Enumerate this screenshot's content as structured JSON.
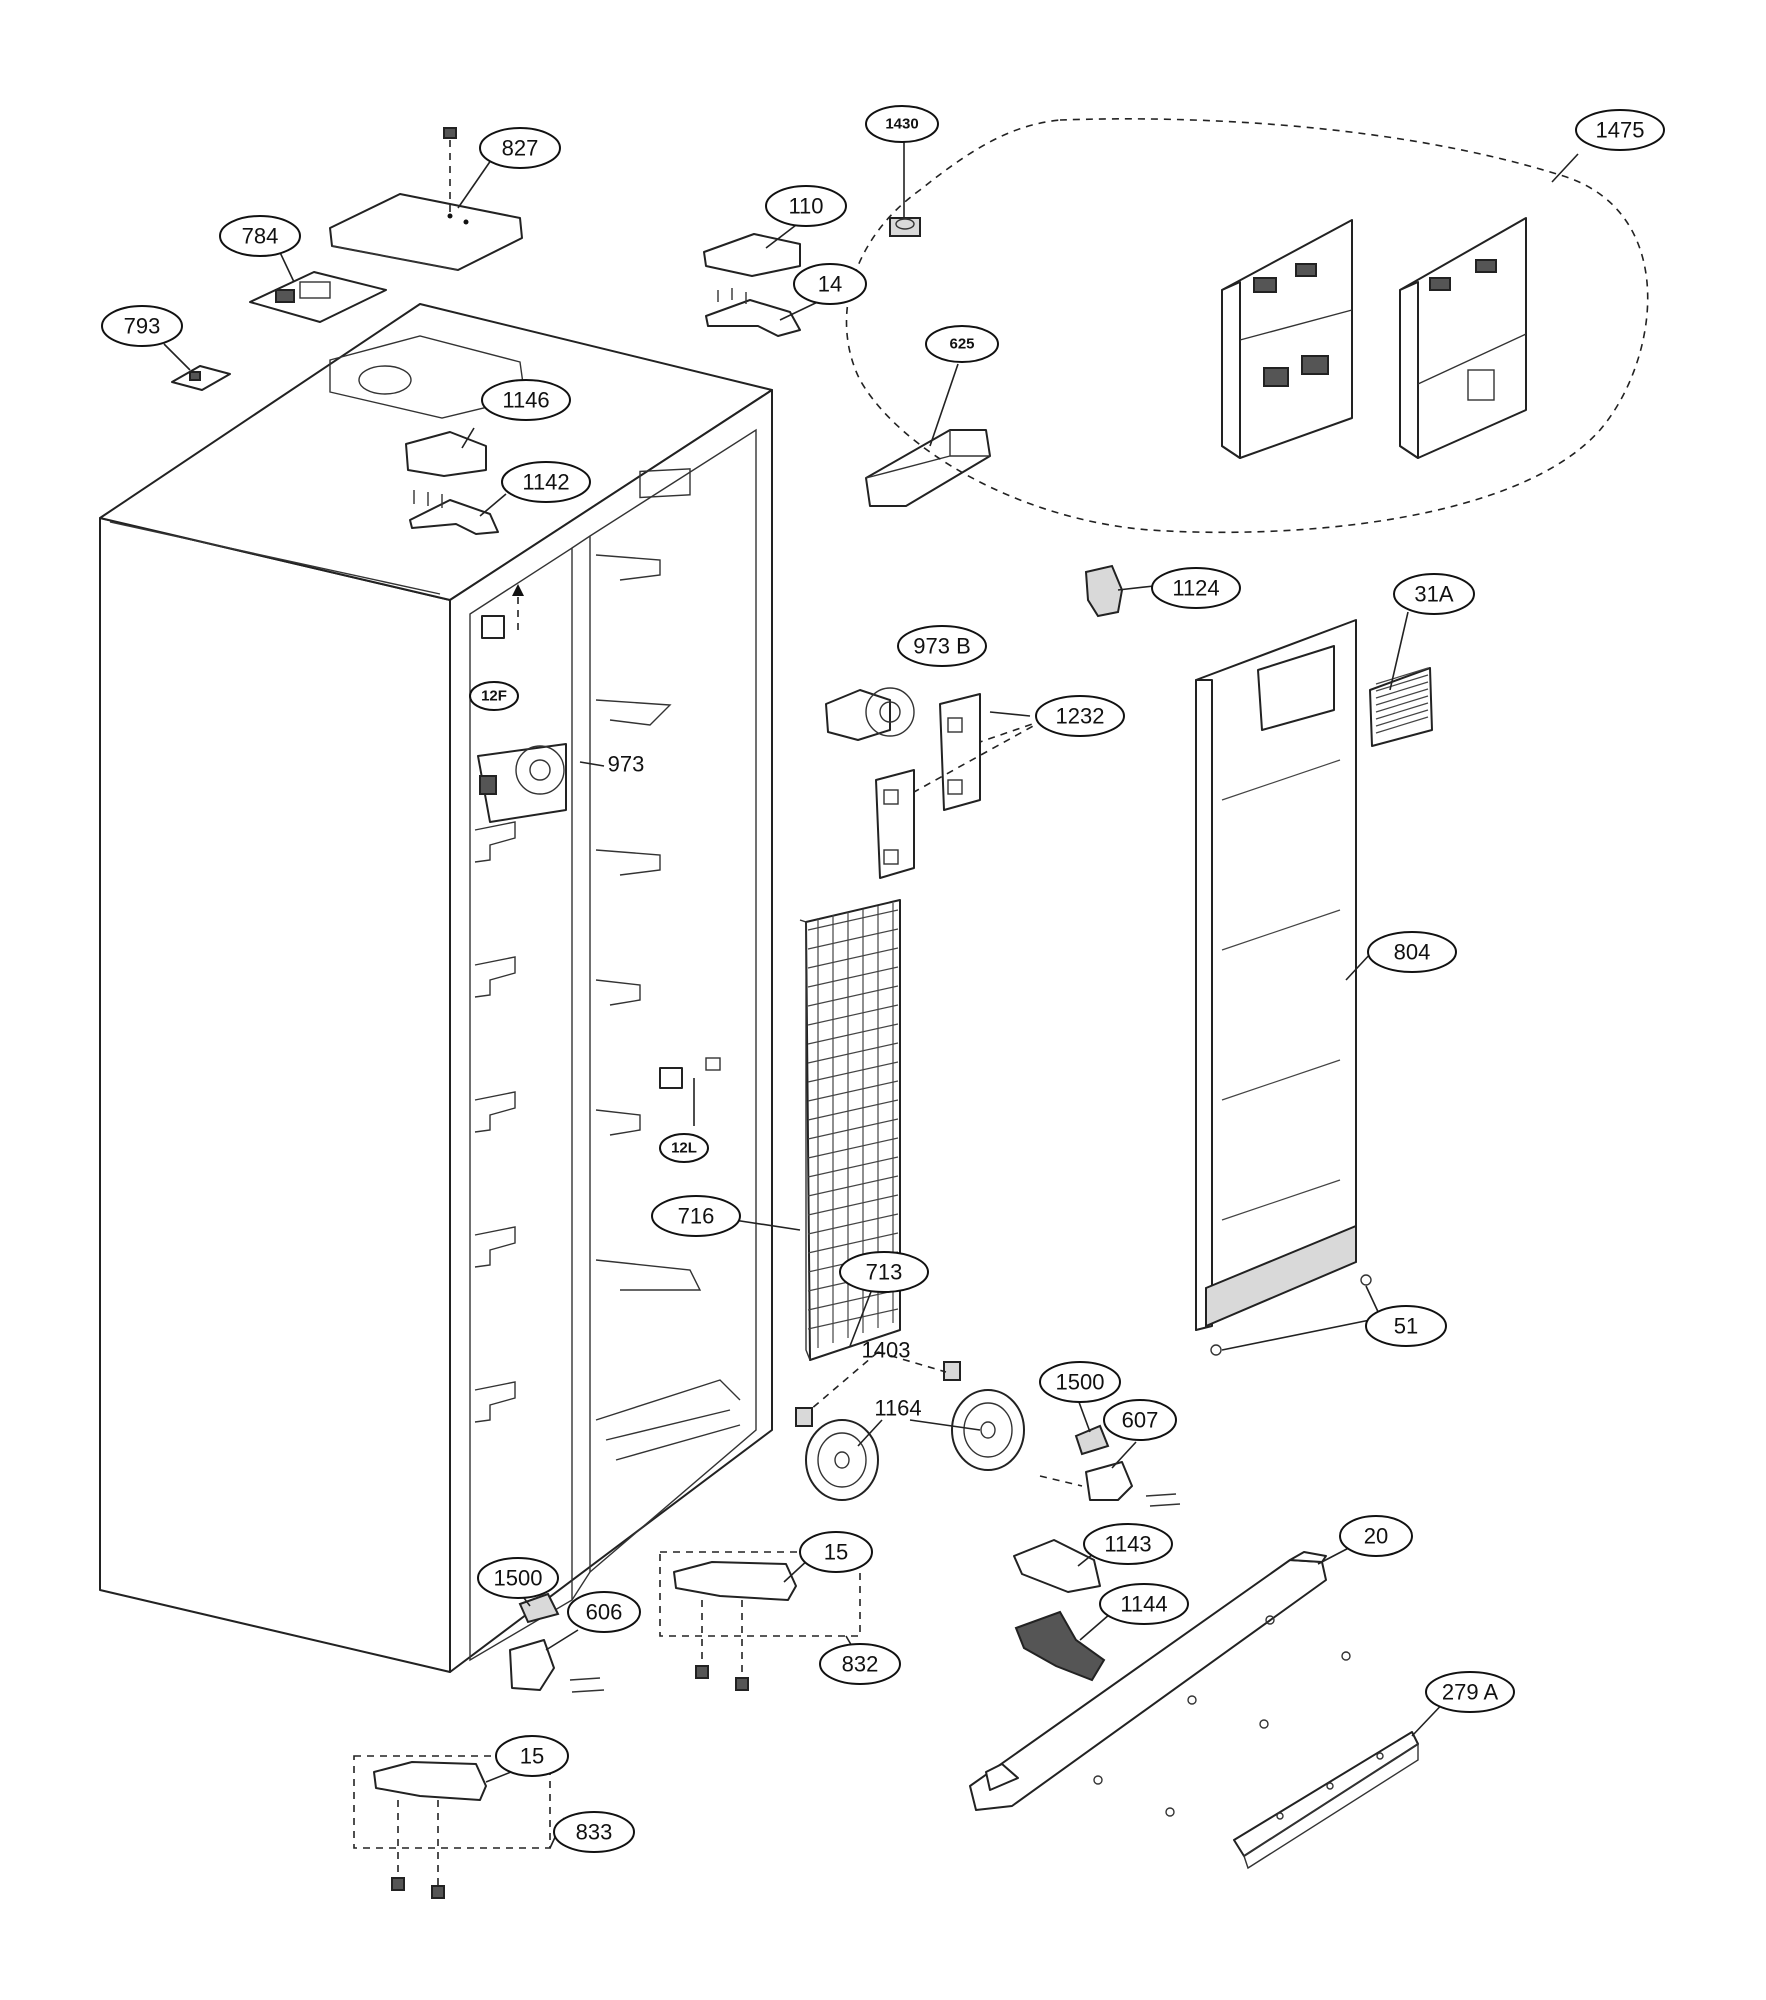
{
  "callouts": {
    "c827": "827",
    "c784": "784",
    "c793": "793",
    "c1430": "1430",
    "c110": "110",
    "c14": "14",
    "c1475": "1475",
    "c625": "625",
    "c1146": "1146",
    "c1142": "1142",
    "c1124": "1124",
    "c31A": "31A",
    "c12F": "12F",
    "c973B": "973 B",
    "c1232": "1232",
    "c973": "973",
    "c804": "804",
    "c12L": "12L",
    "c716": "716",
    "c713": "713",
    "c51": "51",
    "c1403": "1403",
    "c1500a": "1500",
    "c1164": "1164",
    "c607": "607",
    "c1143": "1143",
    "c20": "20",
    "c15a": "15",
    "c1500b": "1500",
    "c606": "606",
    "c1144": "1144",
    "c832": "832",
    "c279A": "279 A",
    "c15b": "15",
    "c833": "833"
  }
}
